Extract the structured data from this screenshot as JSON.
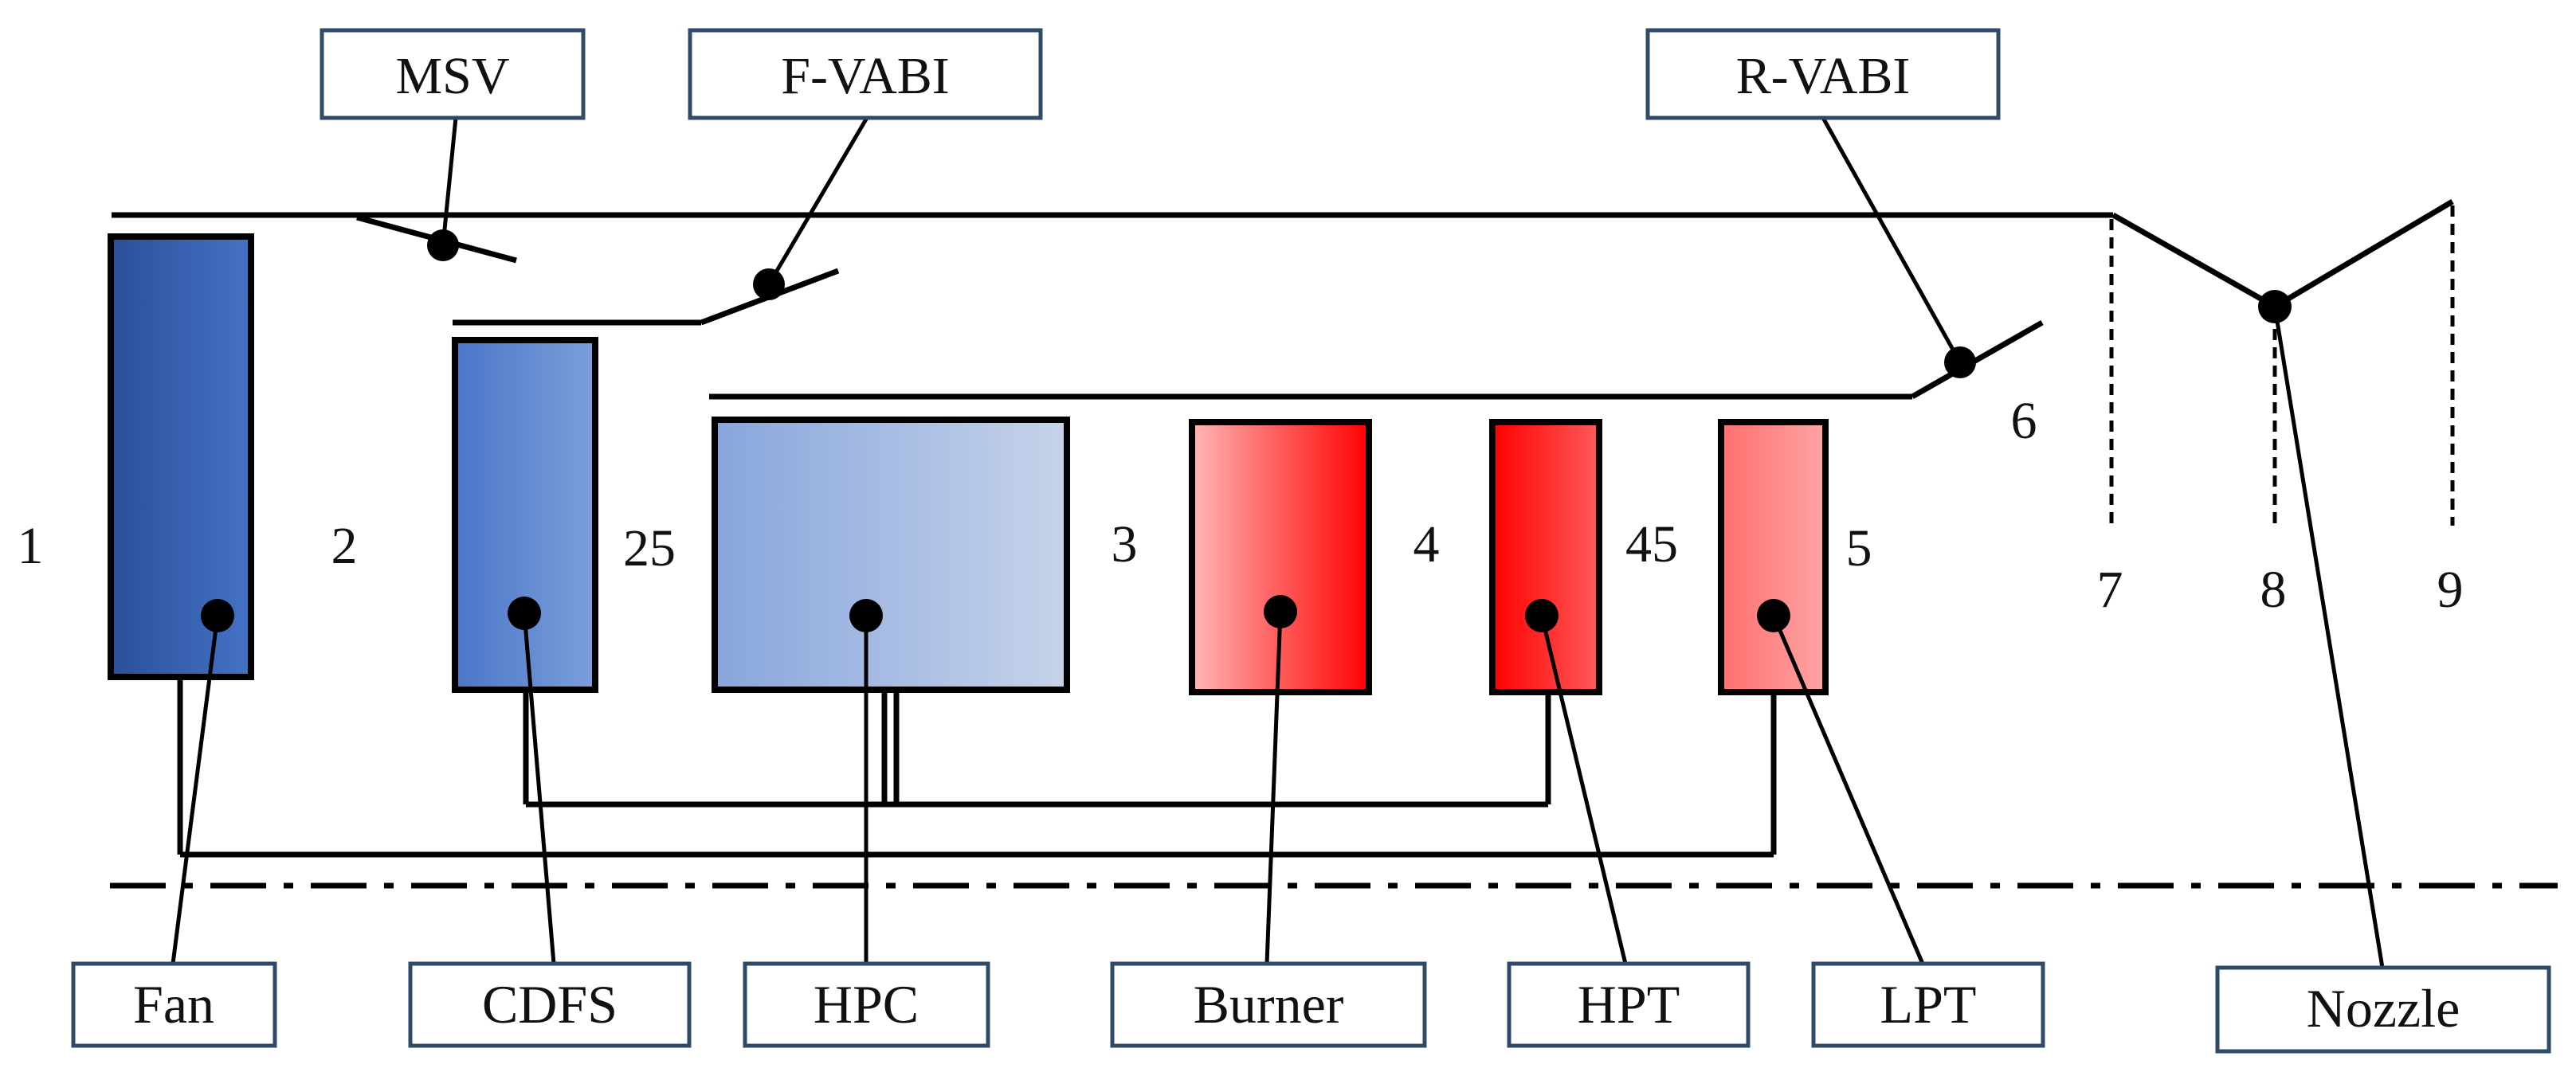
{
  "valves": {
    "msv": "MSV",
    "f_vabi": "F-VABI",
    "r_vabi": "R-VABI"
  },
  "components": {
    "fan": "Fan",
    "cdfs": "CDFS",
    "hpc": "HPC",
    "burner": "Burner",
    "hpt": "HPT",
    "lpt": "LPT",
    "nozzle": "Nozzle"
  },
  "stations": {
    "s1": "1",
    "s2": "2",
    "s25": "25",
    "s3": "3",
    "s4": "4",
    "s45": "45",
    "s5": "5",
    "s6": "6",
    "s7": "7",
    "s8": "8",
    "s9": "9"
  },
  "colors": {
    "compressor_dark": "#2F5DAE",
    "compressor_mid": "#5E87D2",
    "compressor_light": "#C4D2EA",
    "turbine_red": "#FF0000",
    "turbine_light": "#FFB3B3",
    "label_border": "#2F4A68"
  }
}
